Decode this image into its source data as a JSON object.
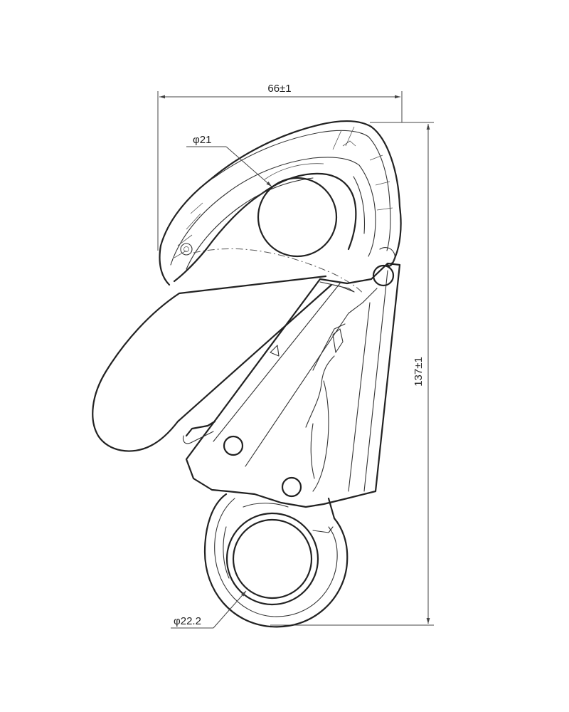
{
  "dimensions": {
    "width": "66±1",
    "height": "137±1",
    "head_diameter": "φ21",
    "eye_diameter": "φ22.2"
  }
}
